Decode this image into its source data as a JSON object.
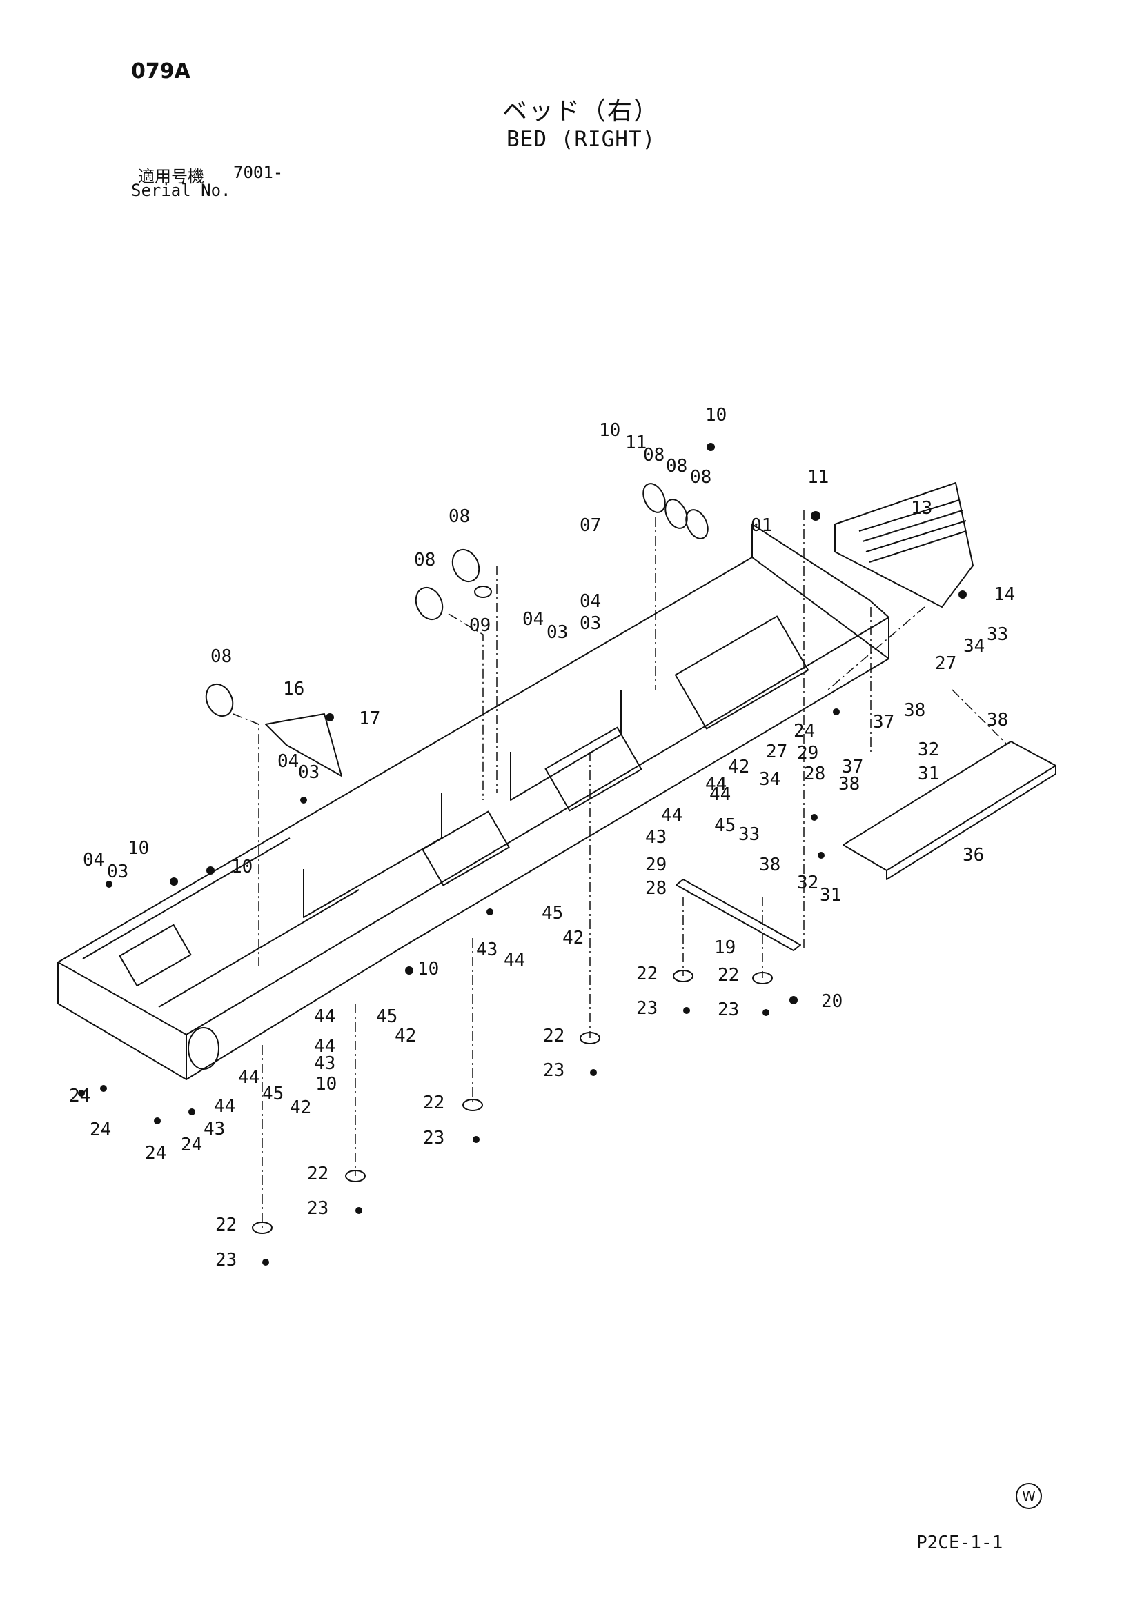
{
  "header": {
    "page_code": "079A",
    "title_jp": "ベッド（右）",
    "title_en": "BED (RIGHT)",
    "serial_label_jp": "適用号機",
    "serial_value": "7001-",
    "serial_label_en": "Serial No."
  },
  "footer": {
    "watermark": "W",
    "figure_code": "P2CE-1-1"
  },
  "diagram": {
    "callouts": [
      "10",
      "11",
      "08",
      "08",
      "08",
      "10",
      "07",
      "01",
      "11",
      "13",
      "14",
      "08",
      "09",
      "08",
      "04",
      "03",
      "04",
      "03",
      "08",
      "16",
      "17",
      "04",
      "03",
      "10",
      "10",
      "04",
      "03",
      "27",
      "34",
      "33",
      "38",
      "37",
      "38",
      "32",
      "31",
      "42",
      "44",
      "27",
      "34",
      "24",
      "29",
      "28",
      "37",
      "38",
      "44",
      "45",
      "33",
      "38",
      "32",
      "31",
      "36",
      "43",
      "29",
      "28",
      "44",
      "45",
      "42",
      "43",
      "44",
      "19",
      "10",
      "22",
      "23",
      "22",
      "23",
      "20",
      "44",
      "45",
      "42",
      "44",
      "43",
      "10",
      "22",
      "23",
      "44",
      "45",
      "42",
      "44",
      "43",
      "24",
      "24",
      "24",
      "24",
      "22",
      "23",
      "22",
      "23",
      "22",
      "23",
      "03",
      "04"
    ]
  },
  "colors": {
    "line": "#111111",
    "background": "#ffffff"
  }
}
